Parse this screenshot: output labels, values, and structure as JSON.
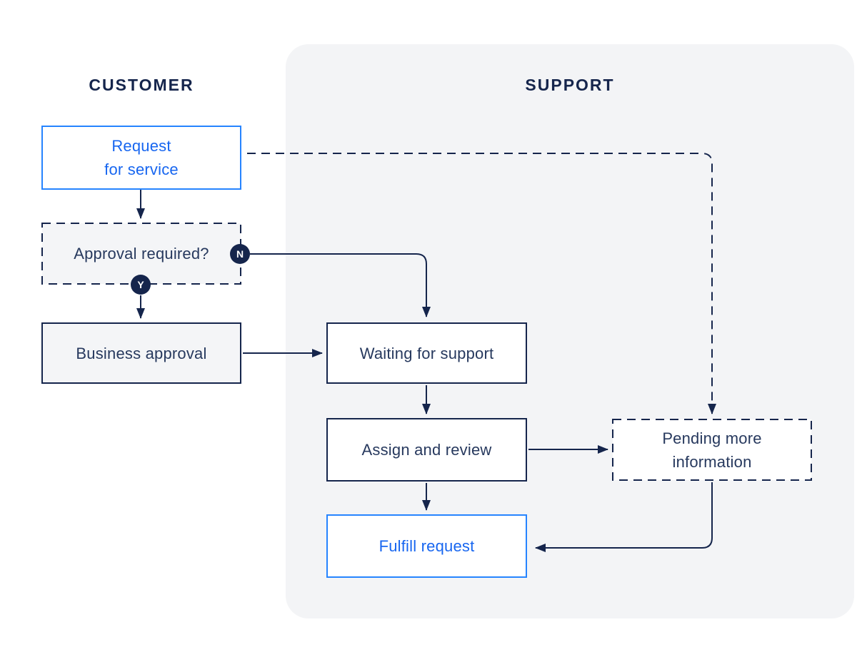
{
  "lanes": {
    "customer": {
      "label": "CUSTOMER"
    },
    "support": {
      "label": "SUPPORT"
    }
  },
  "nodes": {
    "request": {
      "label": "Request\nfor service"
    },
    "approval": {
      "label": "Approval required?"
    },
    "business": {
      "label": "Business approval"
    },
    "waiting": {
      "label": "Waiting for support"
    },
    "assign": {
      "label": "Assign and review"
    },
    "fulfill": {
      "label": "Fulfill request"
    },
    "pending": {
      "label": "Pending more\ninformation"
    }
  },
  "edges": [
    {
      "from": "request",
      "to": "approval",
      "line": "solid"
    },
    {
      "from": "approval",
      "to": "waiting",
      "label": "N",
      "line": "solid"
    },
    {
      "from": "approval",
      "to": "business",
      "label": "Y",
      "line": "solid"
    },
    {
      "from": "business",
      "to": "waiting",
      "line": "solid"
    },
    {
      "from": "waiting",
      "to": "assign",
      "line": "solid"
    },
    {
      "from": "assign",
      "to": "fulfill",
      "line": "solid"
    },
    {
      "from": "assign",
      "to": "pending",
      "line": "solid"
    },
    {
      "from": "request",
      "to": "pending",
      "line": "dashed"
    },
    {
      "from": "pending",
      "to": "fulfill",
      "line": "solid"
    }
  ],
  "colors": {
    "navy": "#15254C",
    "node_text_navy": "#27395E",
    "blue_border": "#2684FF",
    "blue_text": "#1766F0",
    "panel_bg": "#F3F4F6",
    "node_fill_gray": "#F4F5F7",
    "background": "#FFFFFF"
  }
}
